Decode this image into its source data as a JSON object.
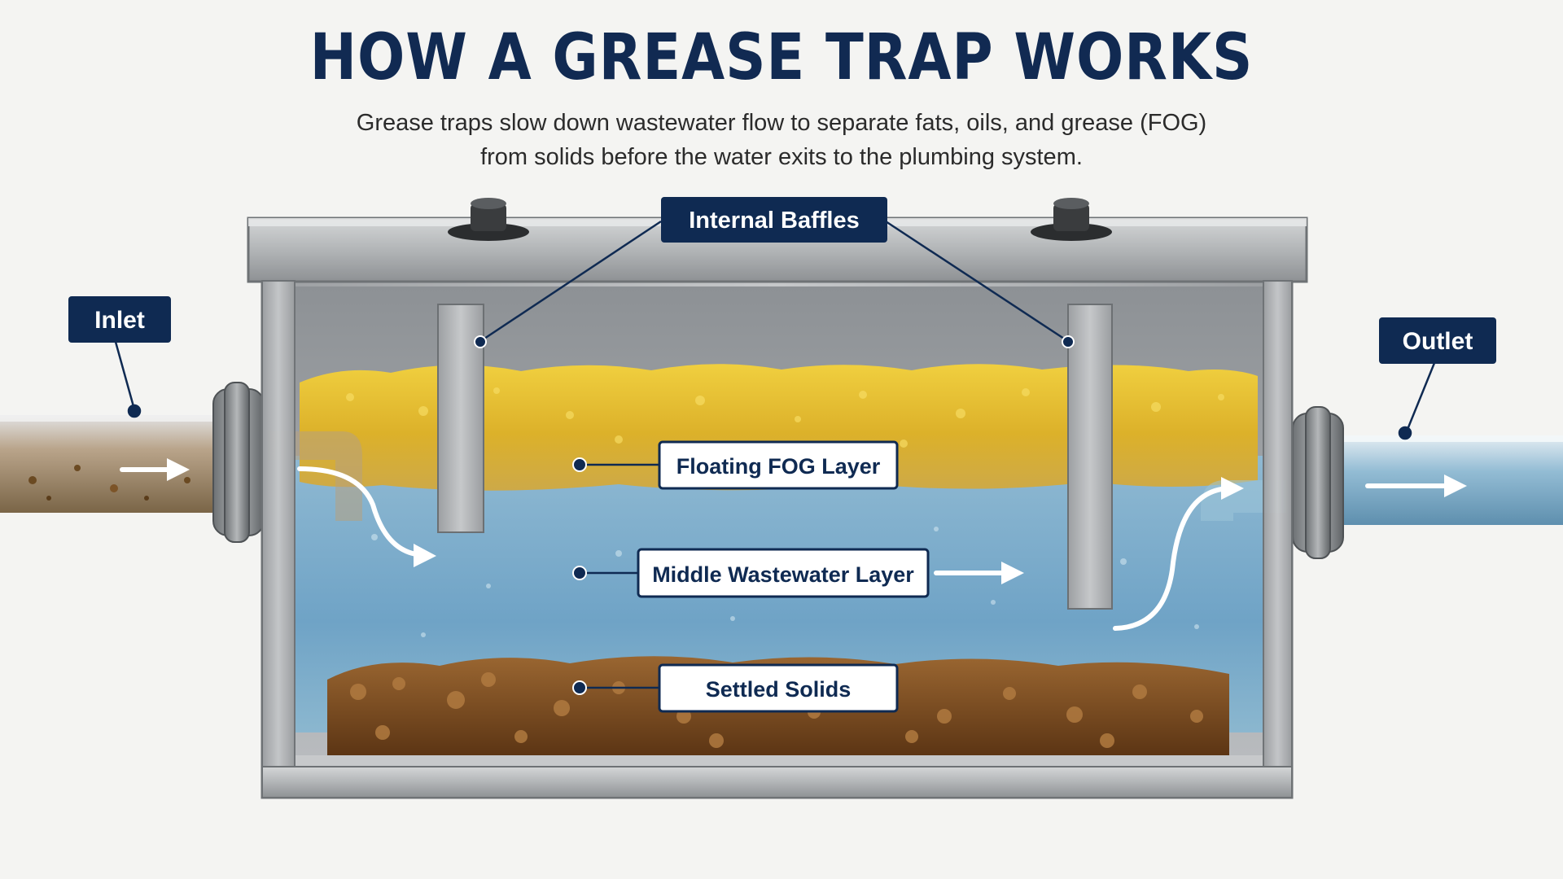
{
  "title": "HOW A GREASE TRAP WORKS",
  "subtitle": "Grease traps slow down wastewater flow to separate fats, oils, and grease (FOG) from solids before the water exits to the plumbing system.",
  "labels": {
    "inlet": "Inlet",
    "outlet": "Outlet",
    "internal_baffles": "Internal Baffles",
    "fog_layer": "Floating FOG Layer",
    "wastewater_layer": "Middle Wastewater Layer",
    "settled_solids": "Settled Solids"
  },
  "colors": {
    "label_dark": "#0f2a52",
    "grease": "#e3b72a",
    "water": "#7fb3d3",
    "solids": "#7a4a1e",
    "steel": "#a9acae"
  },
  "icons": [
    "flow-arrow-icon",
    "lid-knob-icon",
    "pipe-flange-icon"
  ]
}
